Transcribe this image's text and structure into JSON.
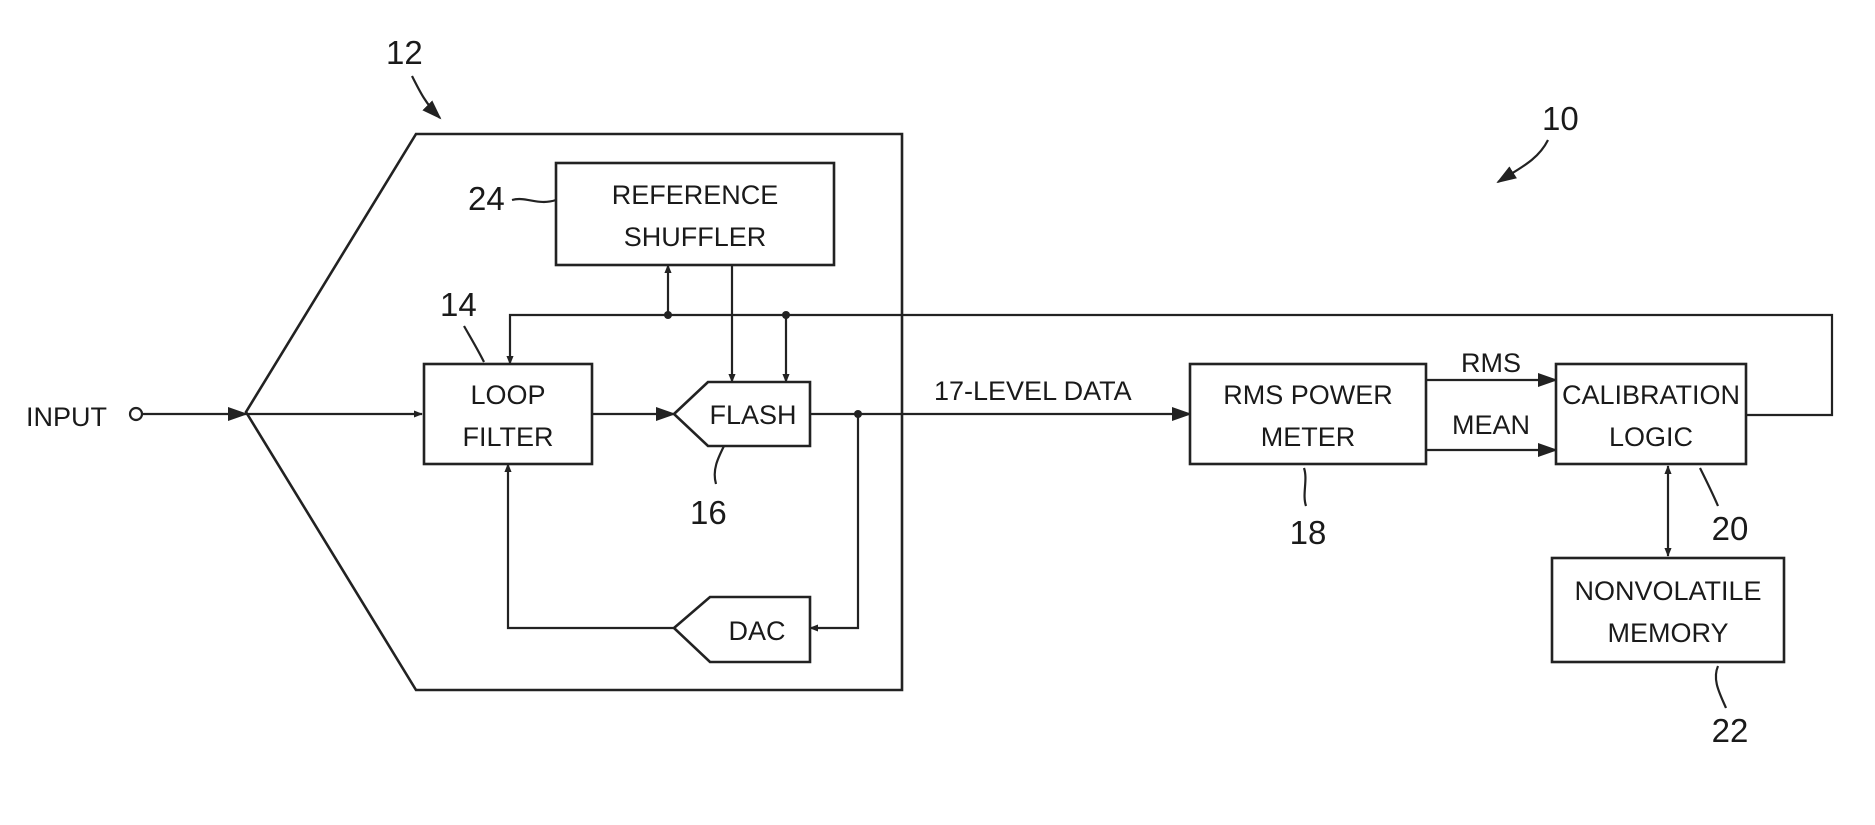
{
  "diagram": {
    "input_label": "INPUT",
    "output_label": "17-LEVEL DATA",
    "blocks": {
      "reference_shuffler": {
        "line1": "REFERENCE",
        "line2": "SHUFFLER",
        "ref": "24"
      },
      "loop_filter": {
        "line1": "LOOP",
        "line2": "FILTER",
        "ref": "14"
      },
      "flash": {
        "label": "FLASH",
        "ref": "16"
      },
      "dac": {
        "label": "DAC"
      },
      "rms_power_meter": {
        "line1": "RMS POWER",
        "line2": "METER",
        "ref": "18"
      },
      "calibration_logic": {
        "line1": "CALIBRATION",
        "line2": "LOGIC",
        "ref": "20"
      },
      "nonvolatile_memory": {
        "line1": "NONVOLATILE",
        "line2": "MEMORY",
        "ref": "22"
      }
    },
    "signals": {
      "rms": "RMS",
      "mean": "MEAN"
    },
    "modulator_ref": "12",
    "system_ref": "10"
  }
}
